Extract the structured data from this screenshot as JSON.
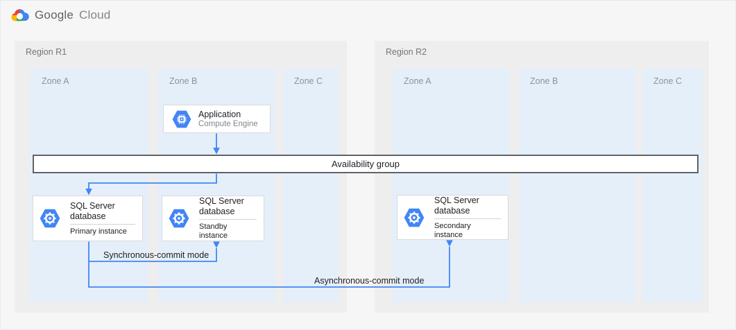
{
  "logo": {
    "brand": "Google",
    "product": "Cloud",
    "icon": "google-cloud-logo-icon"
  },
  "regions": [
    {
      "label": "Region R1",
      "zones": [
        {
          "label": "Zone A"
        },
        {
          "label": "Zone B"
        },
        {
          "label": "Zone C"
        }
      ]
    },
    {
      "label": "Region R2",
      "zones": [
        {
          "label": "Zone A"
        },
        {
          "label": "Zone B"
        },
        {
          "label": "Zone C"
        }
      ]
    }
  ],
  "nodes": {
    "application": {
      "title": "Application",
      "subtitle": "Compute Engine",
      "icon": "compute-engine-icon"
    },
    "availability_group": {
      "label": "Availability group"
    },
    "primary": {
      "title": "SQL Server database",
      "subtitle": "Primary instance",
      "icon": "sql-server-icon"
    },
    "standby": {
      "title": "SQL Server database",
      "subtitle": "Standby instance",
      "icon": "sql-server-icon"
    },
    "secondary": {
      "title": "SQL Server database",
      "subtitle": "Secondary instance",
      "icon": "sql-server-icon"
    }
  },
  "edges": {
    "sync_label": "Synchronous-commit mode",
    "async_label": "Asynchronous-commit mode"
  },
  "colors": {
    "accent_blue": "#4285f4",
    "page_background": "#f6f6f6",
    "region_fill": "#eeeeee",
    "zone_fill": "#e4effa",
    "bar_border": "#5f6368",
    "card_border": "#d9d9d9",
    "logo_red": "#ea4335",
    "logo_yellow": "#fbbc05",
    "logo_green": "#34a853"
  }
}
